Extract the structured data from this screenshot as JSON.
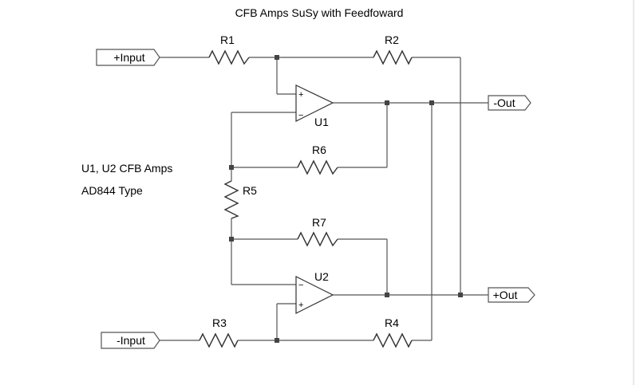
{
  "title": "CFB Amps SuSy with Feedfoward",
  "ports": {
    "plus_input": "+Input",
    "minus_input": "-Input",
    "minus_out": "-Out",
    "plus_out": "+Out"
  },
  "components": {
    "r1": "R1",
    "r2": "R2",
    "r3": "R3",
    "r4": "R4",
    "r5": "R5",
    "r6": "R6",
    "r7": "R7",
    "u1": "U1",
    "u2": "U2"
  },
  "pins": {
    "plus": "+",
    "minus": "−"
  },
  "notes": {
    "line1": "U1, U2 CFB Amps",
    "line2": "AD844 Type"
  }
}
